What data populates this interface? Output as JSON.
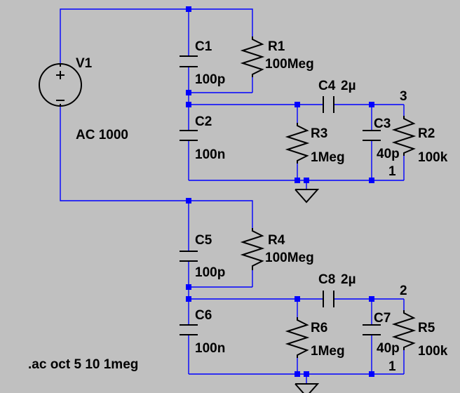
{
  "source": {
    "name": "V1",
    "value": "AC 1000"
  },
  "directive": ".ac oct 5 10 1meg",
  "components": {
    "c1": {
      "name": "C1",
      "value": "100p"
    },
    "r1": {
      "name": "R1",
      "value": "100Meg"
    },
    "c2": {
      "name": "C2",
      "value": "100n"
    },
    "c4": {
      "name": "C4",
      "value": "2µ"
    },
    "r3": {
      "name": "R3",
      "value": "1Meg"
    },
    "c3": {
      "name": "C3",
      "value": "40p"
    },
    "r2": {
      "name": "R2",
      "value": "100k"
    },
    "c5": {
      "name": "C5",
      "value": "100p"
    },
    "r4": {
      "name": "R4",
      "value": "100Meg"
    },
    "c6": {
      "name": "C6",
      "value": "100n"
    },
    "c8": {
      "name": "C8",
      "value": "2µ"
    },
    "r6": {
      "name": "R6",
      "value": "1Meg"
    },
    "c7": {
      "name": "C7",
      "value": "40p"
    },
    "r5": {
      "name": "R5",
      "value": "100k"
    }
  },
  "net_labels": {
    "top_out": "3",
    "top_gnd": "1",
    "bottom_out": "2",
    "bottom_gnd": "1"
  },
  "colors": {
    "wire": "#0000ff",
    "component": "#000000",
    "background": "#c0c0c0"
  }
}
